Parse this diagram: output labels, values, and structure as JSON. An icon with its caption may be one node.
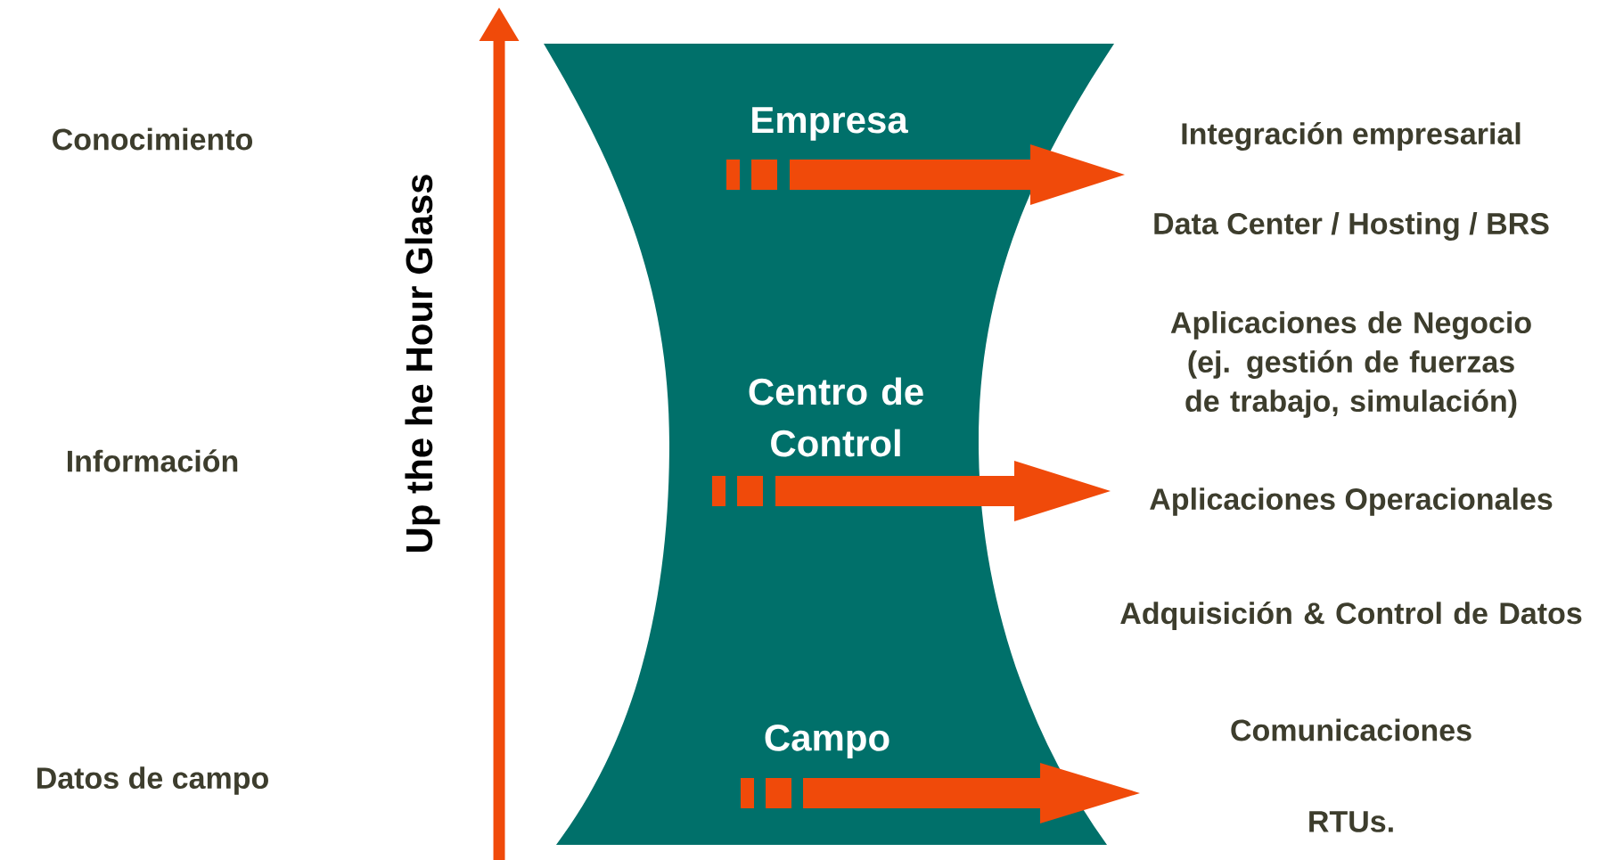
{
  "diagram": {
    "nodes": [
      {
        "text": [
          "Empresa",
          "Centro de Control",
          "Campo"
        ]
      }
    ],
    "labels": [
      "Conocimiento",
      "Integración empresarial",
      "Data Center / Hosting / BRS",
      "Up the he Hour Glass",
      "Aplicaciones de Negocio (ej. gestión de fuerzas de trabajo, simulación)",
      "Información",
      "Aplicaciones Operacionales",
      "Adquisición & Control de Datos",
      "Comunicaciones",
      "Datos de campo",
      "RTUs."
    ]
  }
}
